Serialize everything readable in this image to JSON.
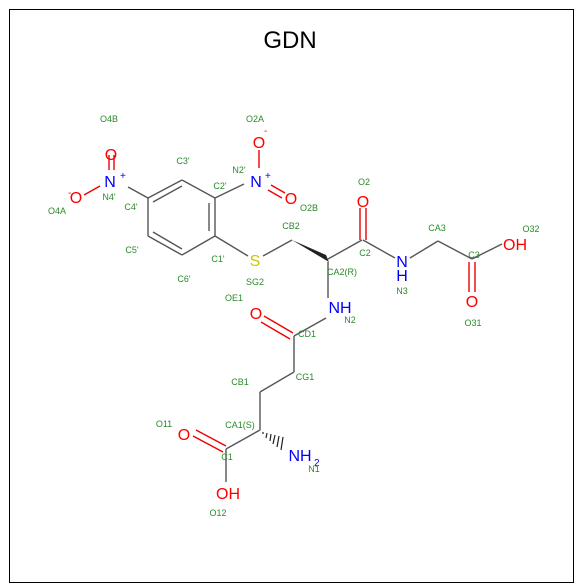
{
  "title": "GDN",
  "colors": {
    "carbon": "#555555",
    "oxygen": "#ff0000",
    "nitrogen": "#0000ff",
    "sulfur": "#c8c800",
    "label": "#2a8a2a"
  },
  "atoms": {
    "o_left_top": "O",
    "n_left": "N",
    "n_left_plus": "+",
    "o_left_minus": "-",
    "o_left": "O",
    "n_right": "N",
    "n_right_plus": "+",
    "o_right_minus": "-",
    "o_right_top": "O",
    "o_right": "O",
    "s": "S",
    "o_c2": "O",
    "n3_n": "N",
    "n3_h": "H",
    "oh_top": "OH",
    "o_c3": "O",
    "nh_n2": "NH",
    "o_cd1": "O",
    "o_c1": "O",
    "nh2": "NH",
    "nh2_sub": "2",
    "oh_bottom": "OH"
  },
  "labels": {
    "O4B": "O4B",
    "O2A": "O2A",
    "C3p": "C3'",
    "N2p": "N2'",
    "C2p": "C2'",
    "O2": "O2",
    "O4A": "O4A",
    "N4p": "N4'",
    "C4p": "C4'",
    "O2B": "O2B",
    "CB2": "CB2",
    "C5p": "C5'",
    "C1p": "C1'",
    "C6p": "C6'",
    "SG2": "SG2",
    "CA3": "CA3",
    "O32": "O32",
    "C2": "C2",
    "CA2": "CA2(R)",
    "N3": "N3",
    "C3": "C3",
    "O31": "O31",
    "OE1": "OE1",
    "N2": "N2",
    "CD1": "CD1",
    "CB1": "CB1",
    "CG1": "CG1",
    "O11": "O11",
    "CA1": "CA1(S)",
    "C1": "C1",
    "N1": "N1",
    "O12": "O12"
  }
}
